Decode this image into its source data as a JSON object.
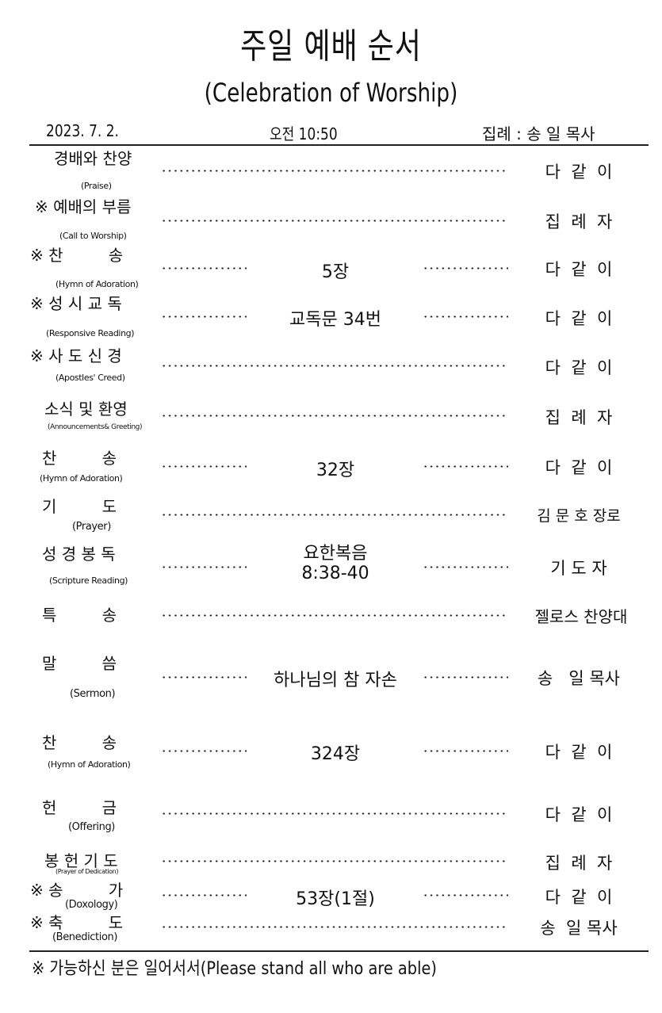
{
  "header": {
    "title": "주일 예배 순서",
    "subtitle": "(Celebration of Worship)",
    "date": "2023. 7. 2.",
    "time": "오전 10:50",
    "presider": "집례 : 송 일 목사"
  },
  "items": [
    {
      "kor": "경배와 찬양",
      "eng": "(Praise)",
      "detail": "",
      "who": "다  같  이"
    },
    {
      "kor": "※ 예배의 부름",
      "eng": "(Call to Worship)",
      "detail": "",
      "who": "집  례  자"
    },
    {
      "kor": "※ 찬         송",
      "eng": "(Hymn of Adoration)",
      "detail": "5장",
      "who": "다  같  이"
    },
    {
      "kor": "※ 성 시 교 독",
      "eng": "(Responsive Reading)",
      "detail": "교독문 34번",
      "who": "다  같  이"
    },
    {
      "kor": "※ 사 도 신 경",
      "eng": "(Apostles' Creed)",
      "detail": "",
      "who": "다  같  이"
    },
    {
      "kor": "소식 및 환영",
      "eng": "(Announcements& Greeting)",
      "detail": "",
      "who": "집  례  자"
    },
    {
      "kor": "찬         송",
      "eng": "(Hymn of Adoration)",
      "detail": "32장",
      "who": "다  같  이"
    },
    {
      "kor": "기         도",
      "eng": "(Prayer)",
      "detail": "",
      "who": "김 문 호 장로"
    },
    {
      "kor": "성 경 봉 독",
      "eng": "(Scripture Reading)",
      "detail": "요한복음",
      "detail2": "8:38-40",
      "who": "기 도 자"
    },
    {
      "kor": "특         송",
      "eng": "",
      "detail": "",
      "who": "젤로스 찬양대"
    },
    {
      "kor": "말         씀",
      "eng": "(Sermon)",
      "detail": "하나님의 참 자손",
      "who": "송   일 목사"
    },
    {
      "kor": "찬         송",
      "eng": "(Hymn of Adoration)",
      "detail": "324장",
      "who": "다  같  이"
    },
    {
      "kor": "헌         금",
      "eng": "(Offering)",
      "detail": "",
      "who": "다  같  이"
    },
    {
      "kor": "봉 헌 기 도",
      "eng": "(Prayer of Dedication)",
      "detail": "",
      "who": "집  례  자"
    },
    {
      "kor": "※ 송         가",
      "eng": "(Doxology)",
      "detail": "53장(1절)",
      "who": "다  같  이"
    },
    {
      "kor": "※ 축         도",
      "eng": "(Benediction)",
      "detail": "",
      "who": "송  일 목사"
    }
  ],
  "footer": {
    "note": "※ 가능하신 분은 일어서서(Please stand all who are able)"
  }
}
